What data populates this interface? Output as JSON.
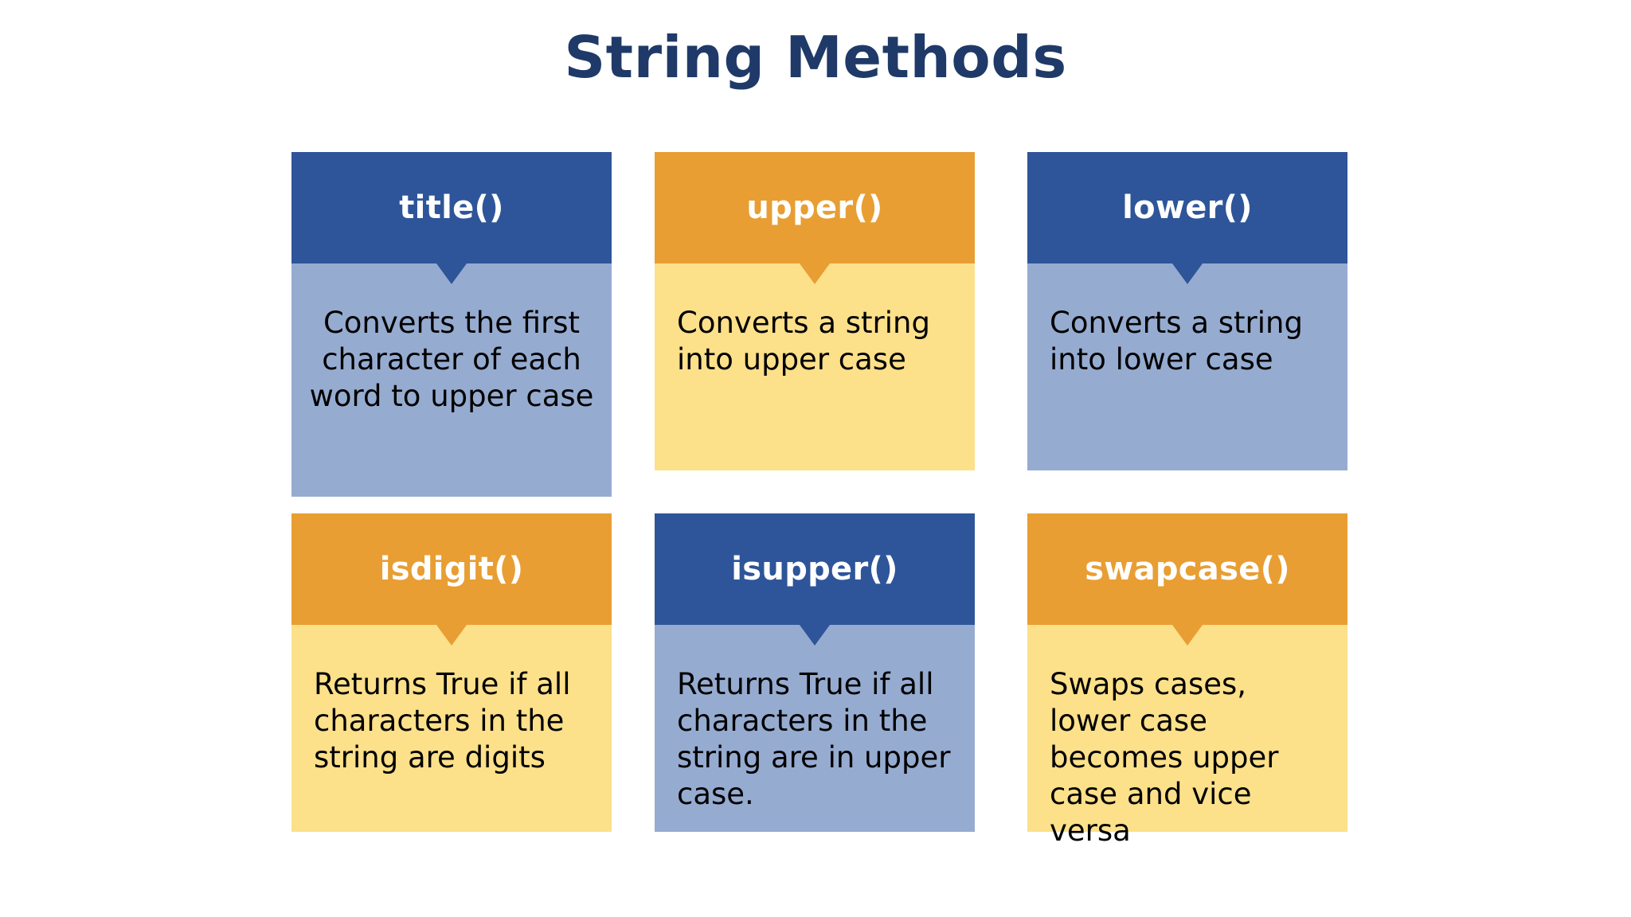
{
  "page": {
    "title": "String Methods",
    "background_color": "#FFFFFF",
    "title_color": "#1F3A68"
  },
  "palette": {
    "blue_header": "#2E5599",
    "blue_body": "#96ABD0",
    "orange_header": "#E89E33",
    "orange_body": "#FCE08A",
    "header_text": "#FFFFFF",
    "body_text": "#000000"
  },
  "cards": [
    {
      "method": "title()",
      "description": "Converts the first character of each word to upper case",
      "theme": "blue",
      "align": "center"
    },
    {
      "method": "upper()",
      "description": "Converts a string into upper case",
      "theme": "orange",
      "align": "left"
    },
    {
      "method": "lower()",
      "description": "Converts a string into lower case",
      "theme": "blue",
      "align": "left"
    },
    {
      "method": "isdigit()",
      "description": "Returns True if all characters in the string are digits",
      "theme": "orange",
      "align": "left"
    },
    {
      "method": "isupper()",
      "description": "Returns True if all characters in the string are in upper case.",
      "theme": "blue",
      "align": "left"
    },
    {
      "method": "swapcase()",
      "description": "Swaps cases, lower case becomes upper case and vice versa",
      "theme": "orange",
      "align": "left"
    }
  ]
}
